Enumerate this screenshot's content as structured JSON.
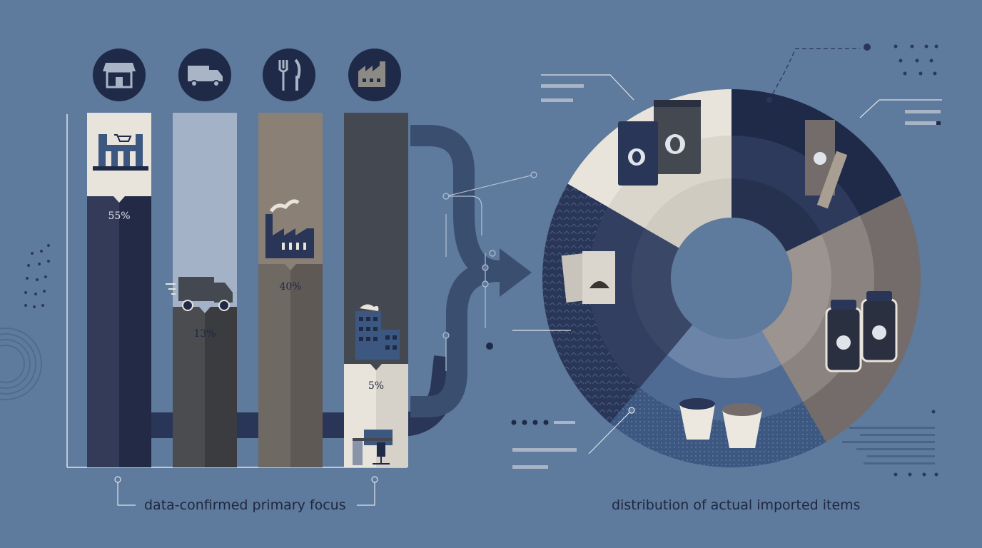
{
  "left_chart": {
    "caption": "data-confirmed primary focus",
    "chart_data": {
      "type": "bar",
      "categories": [
        "retail store",
        "distribution",
        "food service",
        "manufacturing"
      ],
      "values": [
        55,
        13,
        40,
        5
      ],
      "value_labels": [
        "55%",
        "13%",
        "40%",
        "5%"
      ],
      "icons": [
        "storefront-icon",
        "delivery-truck-icon",
        "fork-knife-icon",
        "factory-icon"
      ]
    }
  },
  "right_chart": {
    "caption": "distribution of actual imported items",
    "chart_data": {
      "type": "pie",
      "slices": [
        {
          "item": "bagged coffee beans",
          "icon": "coffee-bag-icon",
          "color": "#e8e4dc"
        },
        {
          "item": "coffee sticks",
          "icon": "coffee-stick-icon",
          "color": "#1f2a48"
        },
        {
          "item": "instant coffee jars",
          "icon": "coffee-jar-icon",
          "color": "#736c6a"
        },
        {
          "item": "coffee capsules",
          "icon": "coffee-capsule-icon",
          "color": "#3d5880"
        },
        {
          "item": "ground coffee sachets",
          "icon": "coffee-sachet-icon",
          "color": "#2a3657"
        }
      ]
    }
  },
  "colors": {
    "background": "#5e7a9c",
    "navy": "#1f2a48",
    "cream": "#e8e4dc",
    "taupe": "#736c6a",
    "charcoal": "#444850",
    "slate": "#3d5880"
  }
}
